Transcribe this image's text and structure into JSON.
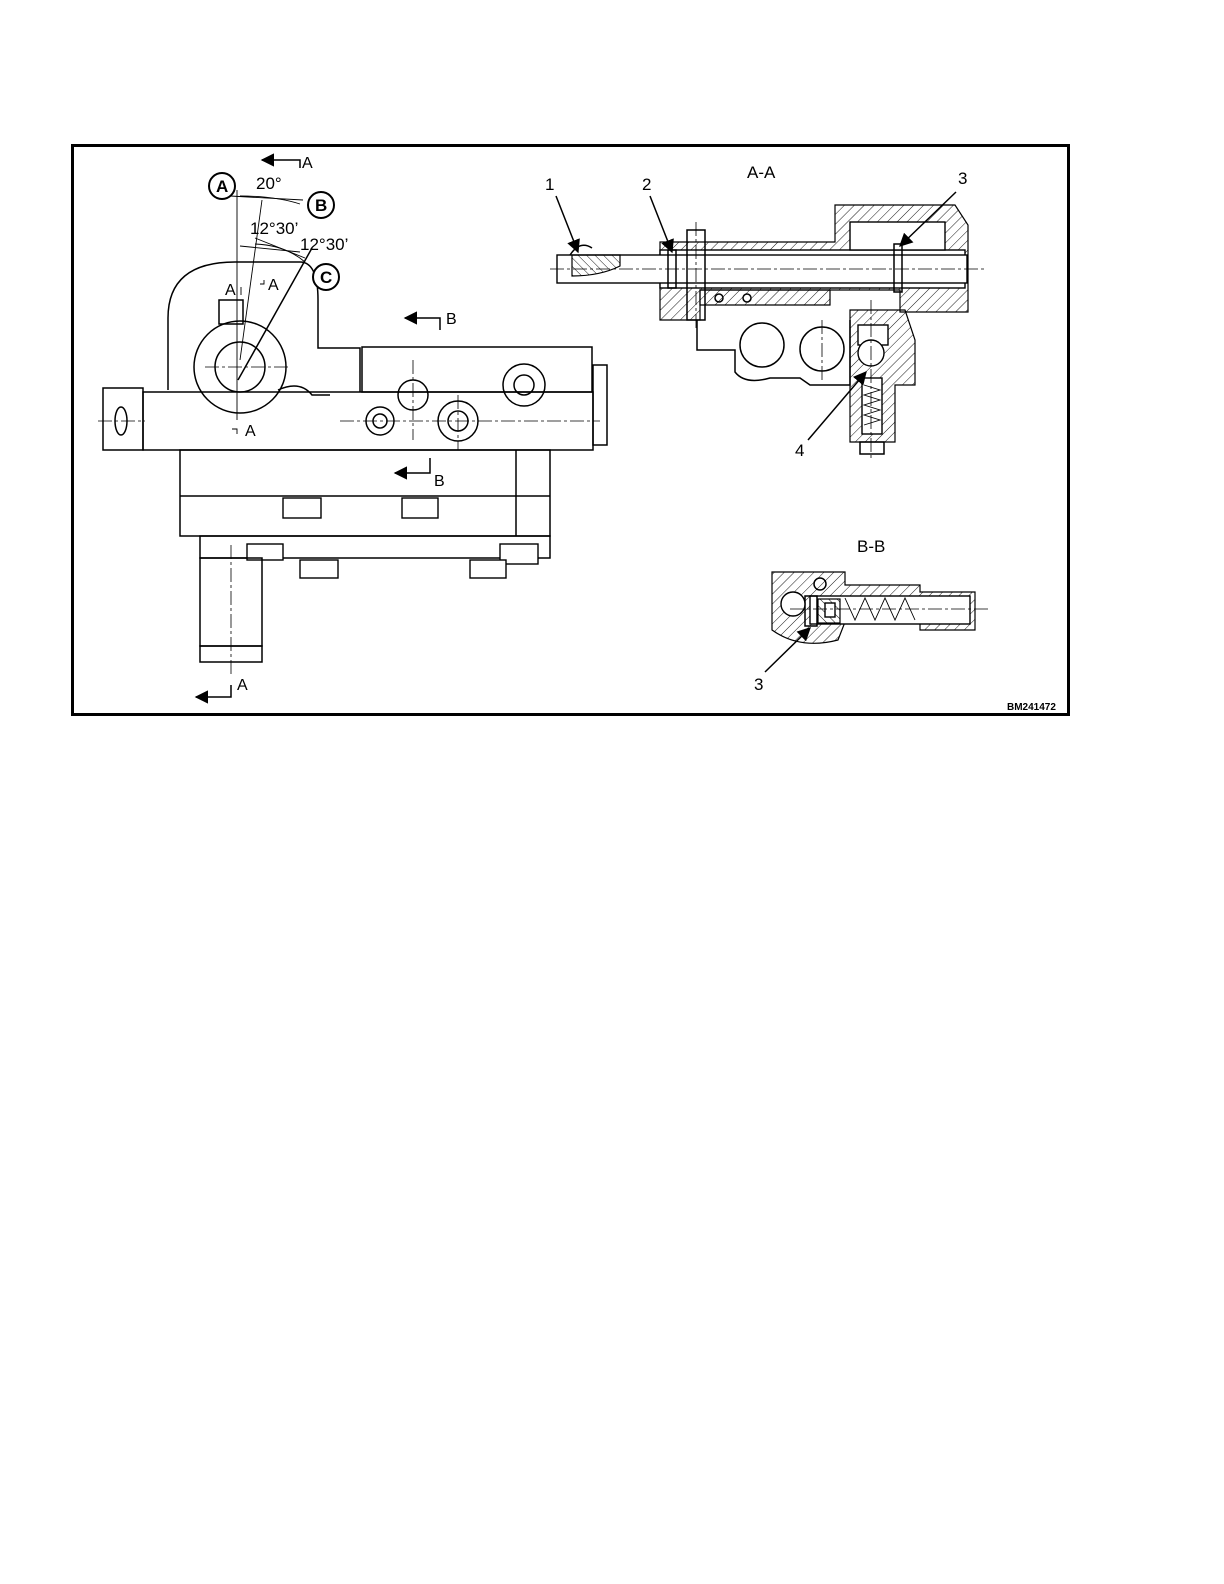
{
  "figure": {
    "id": "BM241472",
    "view_main": {
      "angles": [
        "20°",
        "12°30’",
        "12°30’"
      ],
      "callouts": [
        "A",
        "B",
        "C"
      ],
      "section_markers": [
        "A",
        "A",
        "A",
        "A",
        "B",
        "B",
        "A"
      ]
    },
    "section_aa": {
      "title": "A-A",
      "callouts": [
        "1",
        "2",
        "3",
        "4"
      ]
    },
    "section_bb": {
      "title": "B-B",
      "callouts": [
        "3"
      ]
    }
  }
}
